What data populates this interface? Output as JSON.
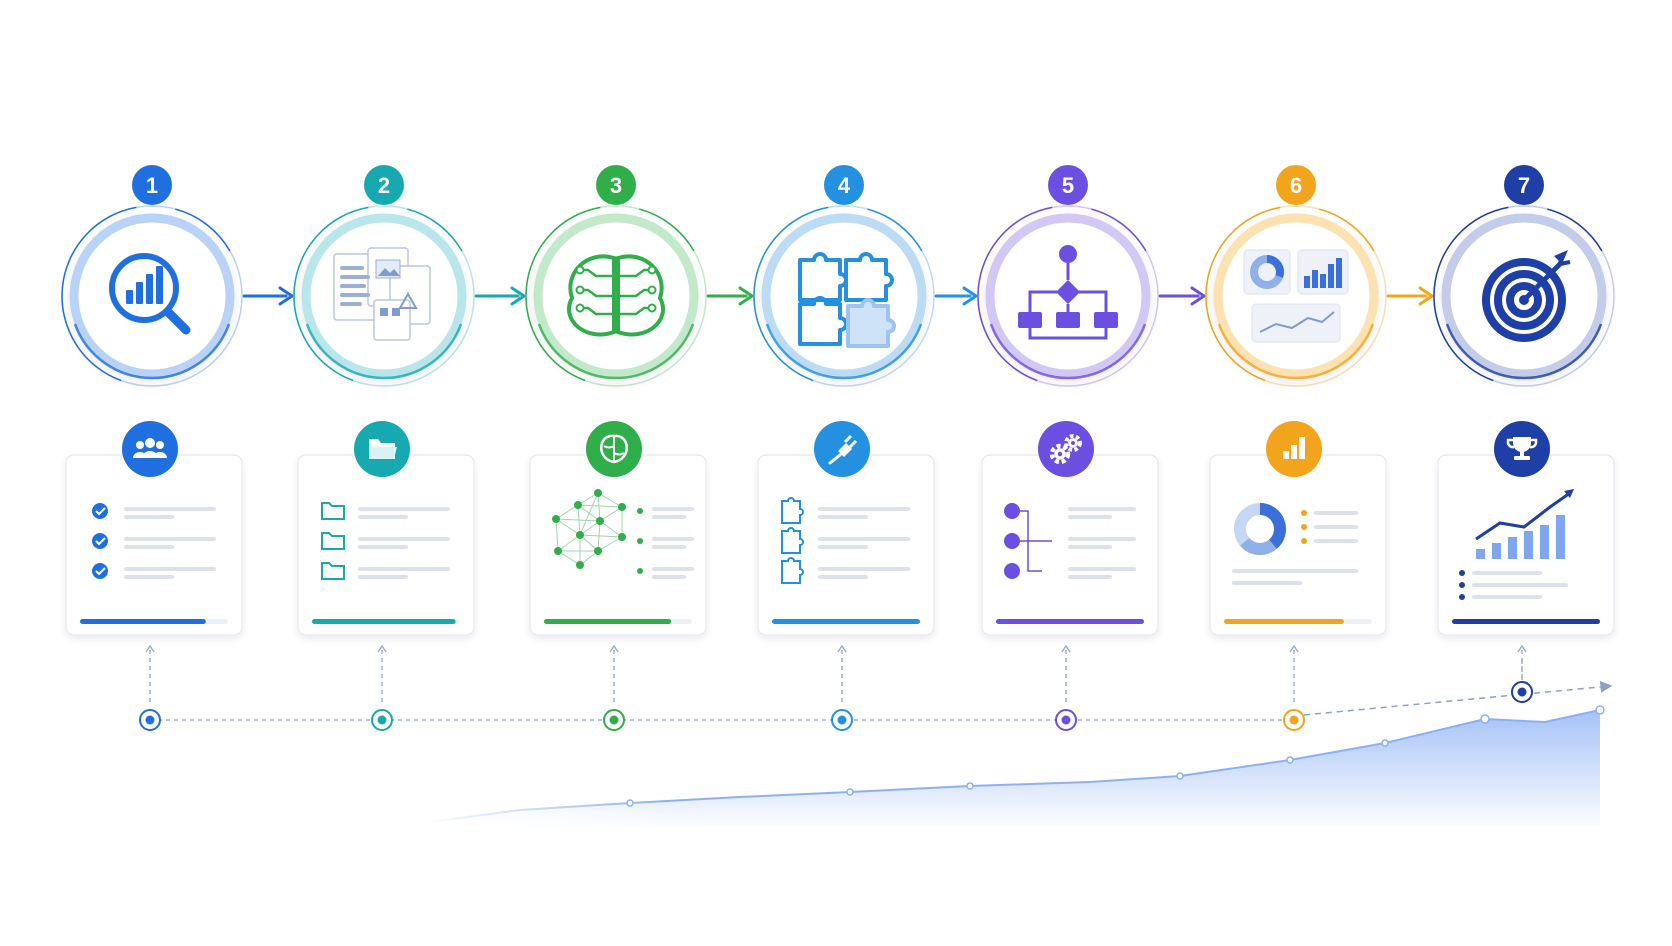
{
  "steps": [
    {
      "number": "1",
      "color": "#1f6fe0",
      "light": "#b9d3f7",
      "main_icon": "magnifier-chart-icon",
      "sub_icon": "team-icon",
      "card": "checklist",
      "progress": 0.85
    },
    {
      "number": "2",
      "color": "#16a9b0",
      "light": "#b8e6ea",
      "main_icon": "documents-icon",
      "sub_icon": "folder-icon",
      "card": "folder-list",
      "progress": 0.97
    },
    {
      "number": "3",
      "color": "#2fae4a",
      "light": "#c3e9cb",
      "main_icon": "brain-circuit-icon",
      "sub_icon": "brain-icon",
      "card": "network",
      "progress": 0.86
    },
    {
      "number": "4",
      "color": "#2390e0",
      "light": "#bcdcf6",
      "main_icon": "puzzle-icon",
      "sub_icon": "plug-icon",
      "card": "puzzle-list",
      "progress": 1.0
    },
    {
      "number": "5",
      "color": "#6b4fe0",
      "light": "#d2c8f6",
      "main_icon": "flowchart-icon",
      "sub_icon": "gears-icon",
      "card": "flow-list",
      "progress": 1.0
    },
    {
      "number": "6",
      "color": "#f2a41c",
      "light": "#fbe2b0",
      "main_icon": "dashboard-icon",
      "sub_icon": "bar-chart-icon",
      "card": "donut-summary",
      "progress": 0.81
    },
    {
      "number": "7",
      "color": "#1d3fa6",
      "light": "#c3cde9",
      "main_icon": "target-icon",
      "sub_icon": "trophy-icon",
      "card": "growth-chart",
      "progress": 1.0
    }
  ],
  "colors": {
    "timeline": "#9fb0cc",
    "line_placeholder": "#dde2ea",
    "card_border": "#e4e8ef",
    "trend_fill": "#5b8ff0"
  }
}
